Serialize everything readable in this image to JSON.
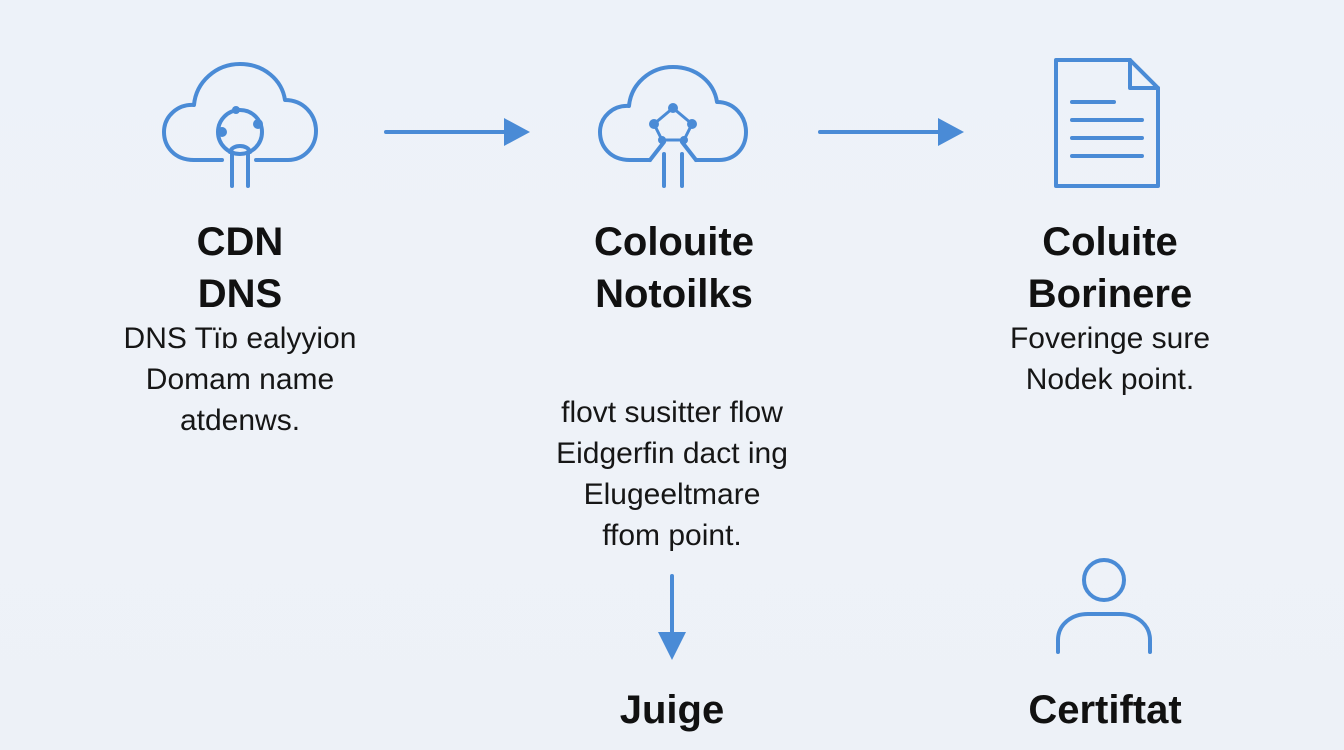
{
  "colors": {
    "accent": "#4a8bd6",
    "text": "#111111",
    "background": "#eef2f8"
  },
  "nodes": [
    {
      "id": "cdn-dns",
      "icon": "cloud-tree-icon",
      "title_lines": [
        "CDN",
        "DNS"
      ],
      "desc_lines": [
        "DNS Tïɒ ealyyion",
        "Domam name",
        "atdenws."
      ]
    },
    {
      "id": "colouite-notoilks",
      "icon": "cloud-network-icon",
      "title_lines": [
        "Colouite",
        "Notoilks"
      ],
      "desc_lines": [
        "flovt susitter flow",
        "Eidgerfin dact ing",
        "Elugeeltmare",
        "ffom point."
      ]
    },
    {
      "id": "coluite-borinere",
      "icon": "document-icon",
      "title_lines": [
        "Coluite",
        "Borinere"
      ],
      "desc_lines": [
        "Foveringe sure",
        "Nodek point."
      ]
    },
    {
      "id": "juige",
      "icon": "",
      "title_lines": [
        "Juige"
      ],
      "desc_lines": []
    },
    {
      "id": "certiftat",
      "icon": "user-icon",
      "title_lines": [
        "Certiftat"
      ],
      "desc_lines": []
    }
  ]
}
